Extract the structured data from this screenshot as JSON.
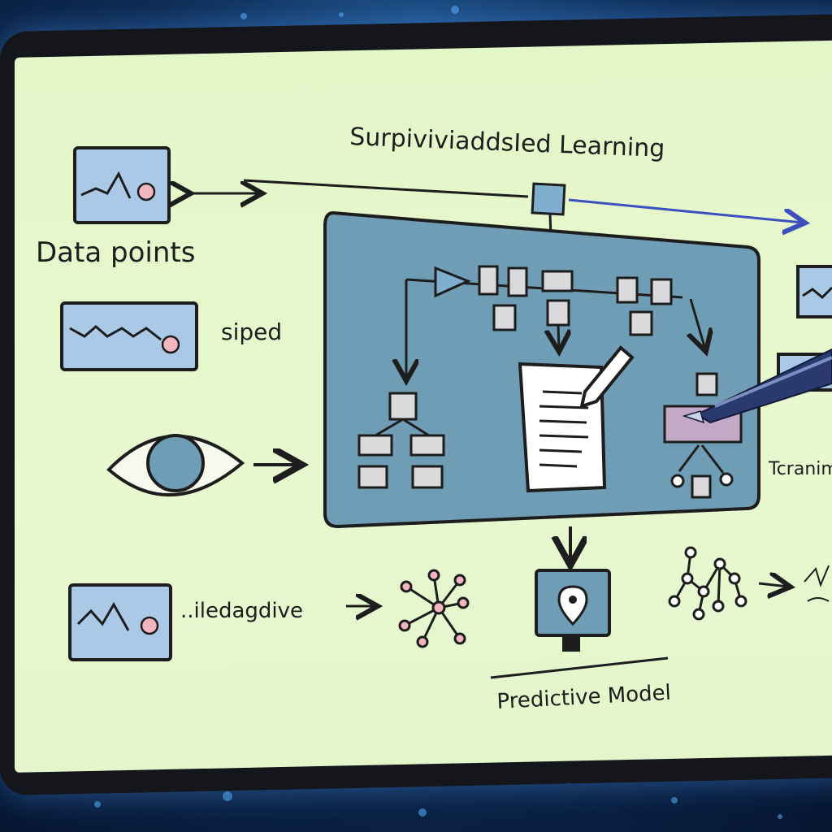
{
  "title": "SurpiviviaddsIed Learning",
  "labels": {
    "data_points": "Data points",
    "siped": "siped",
    "iledagdive": "..iledagdive",
    "predictive_model": "Predictive Model",
    "tcranim": "Tcranim"
  },
  "colors": {
    "screen_bg": "#e4f5cc",
    "panel_fill": "#6f9db5",
    "box_fill": "#d9d9dc",
    "chart_fill": "#a9c9e6",
    "bulb_fill": "#f2b6bf",
    "pen_body": "#2a3a6e",
    "stroke": "#1d1d1d"
  },
  "icons": [
    "line-chart-card-icon",
    "eye-icon",
    "network-graph-icon",
    "document-icon",
    "pencil-icon",
    "monitor-icon",
    "location-pin-icon",
    "stylus-pen"
  ]
}
